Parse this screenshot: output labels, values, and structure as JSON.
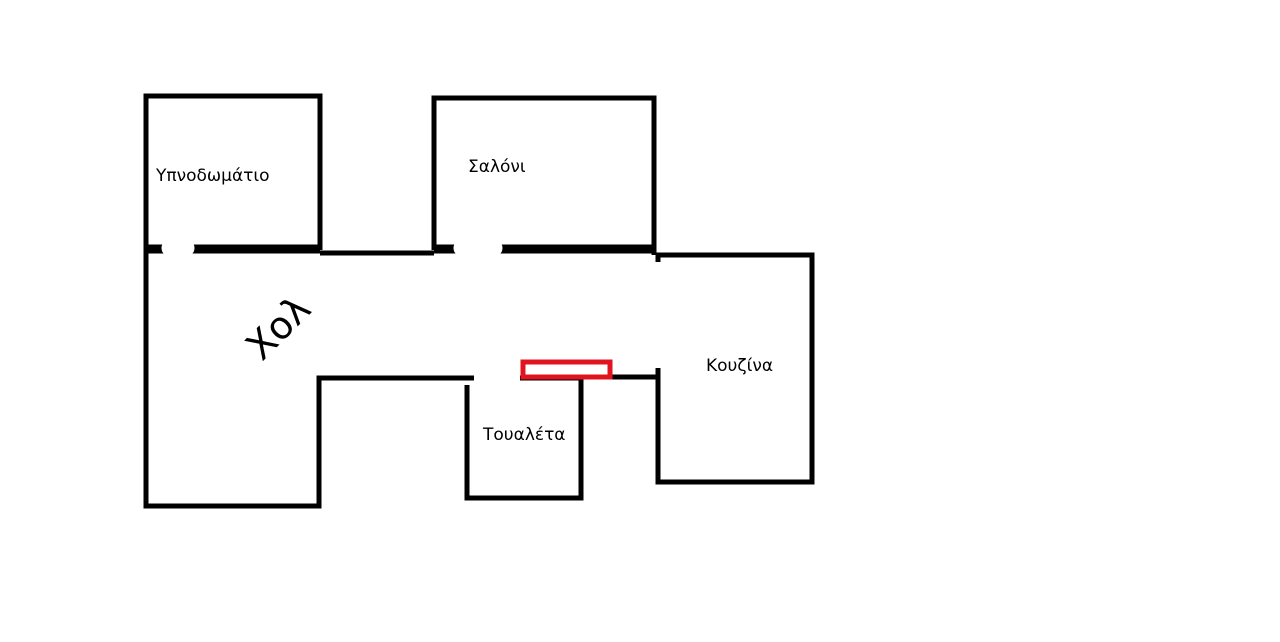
{
  "rooms": {
    "bedroom": "Υπνοδωμάτιο",
    "living_room": "Σαλόνι",
    "hall": "Χολ",
    "kitchen": "Κουζίνα",
    "toilet": "Τουαλέτα"
  },
  "colors": {
    "wall": "#000000",
    "marker": "#e0141e",
    "background": "#ffffff"
  }
}
